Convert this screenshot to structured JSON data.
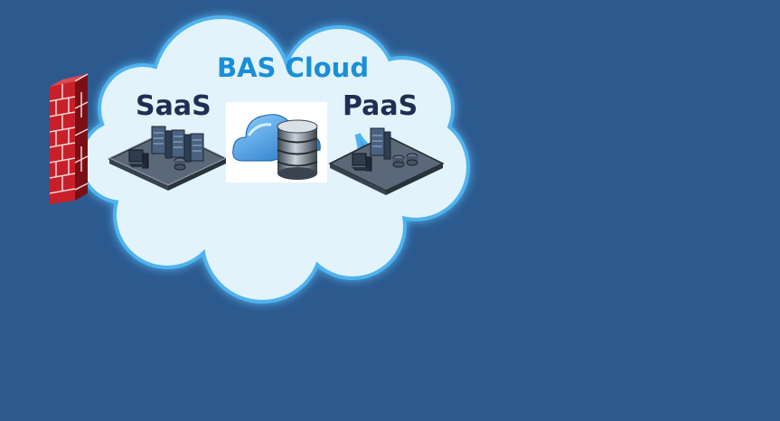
{
  "diagram": {
    "title": "BAS Cloud",
    "left_label": "SaaS",
    "right_label": "PaaS"
  },
  "colors": {
    "background": "#2c5a8f",
    "cloud_fill": "#e3f3fc",
    "cloud_glow": "#4fb3f0",
    "title_text": "#1a8fd8",
    "label_text": "#1f2e52",
    "firewall_brick": "#c8202a"
  },
  "icons": {
    "firewall": "brick-wall-icon",
    "saas_platform": "server-platform-icon",
    "cloud_database": "cloud-database-icon",
    "paas_platform": "server-platform-icon"
  }
}
